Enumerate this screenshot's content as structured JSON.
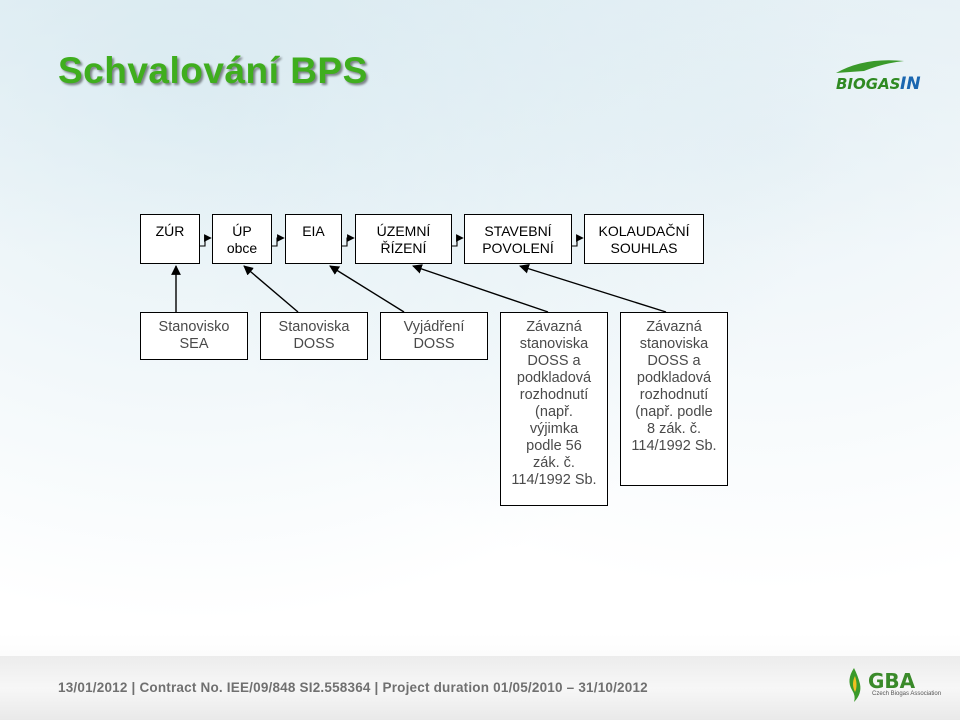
{
  "slide": {
    "title": "Schvalování BPS",
    "logo_text": "BIOGASIN",
    "colors": {
      "title_green": "#3fae1e",
      "logo_green": "#3a9a2a",
      "logo_blue": "#1a66b0"
    }
  },
  "process": {
    "steps": [
      {
        "label": "ZÚR"
      },
      {
        "label": "ÚP\nobce"
      },
      {
        "label": "EIA"
      },
      {
        "label": "ÚZEMNÍ\nŘÍZENÍ"
      },
      {
        "label": "STAVEBNÍ\nPOVOLENÍ"
      },
      {
        "label": "KOLAUDAČNÍ\nSOUHLAS"
      }
    ],
    "inputs": [
      {
        "label": "Stanovisko\nSEA"
      },
      {
        "label": "Stanoviska\nDOSS"
      },
      {
        "label": "Vyjádření\nDOSS"
      },
      {
        "label": "Závazná\nstanoviska\nDOSS a\npodkladová\nrozhodnutí\n(např.\nvýjimka\npodle    56\nzák. č.\n114/1992 Sb."
      },
      {
        "label": "Závazná\nstanoviska\nDOSS a\npodkladová\nrozhodnutí\n(např. podle\n8 zák. č.\n114/1992 Sb."
      }
    ]
  },
  "footer": {
    "text": "13/01/2012  |  Contract No. IEE/09/848 SI2.558364  |  Project duration 01/05/2010 – 31/10/2012",
    "logo_text": "GBA",
    "logo_subtext": "Czech Biogas Association"
  }
}
